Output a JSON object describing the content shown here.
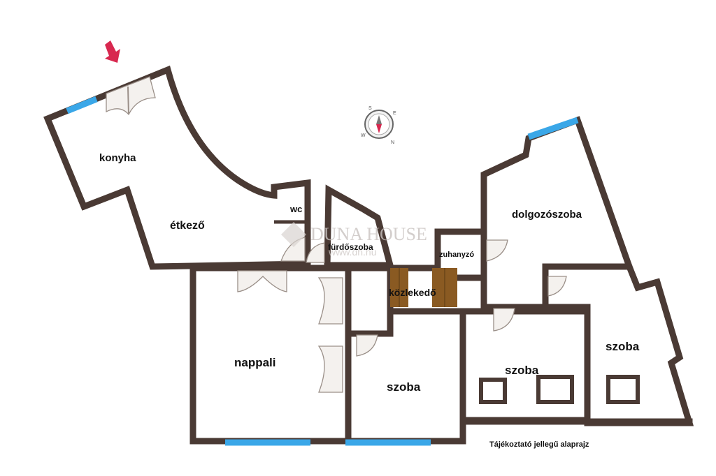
{
  "rooms": {
    "konyha": "konyha",
    "etkezo": "étkező",
    "wc": "wc",
    "furdoszoba": "fürdőszoba",
    "zuhanyzo": "zuhanyzó",
    "dolgozoszoba": "dolgozószoba",
    "kozlekedo": "közlekedő",
    "nappali": "nappali",
    "szoba_center": "szoba",
    "szoba_mid": "szoba",
    "szoba_right": "szoba"
  },
  "watermark": {
    "brand": "DUNA HOUSE",
    "url": "www.dh.hu"
  },
  "compass": {
    "letters": [
      "S",
      "N",
      "E",
      "W"
    ]
  },
  "note": "Tájékoztató jellegű alaprajz",
  "colors": {
    "wall": "#4a3a34",
    "window": "#3aa7e8",
    "stairs": "#8a5a22",
    "entry_arrow": "#d8284f"
  },
  "icons": [
    "entry-arrow-icon",
    "compass-icon"
  ]
}
